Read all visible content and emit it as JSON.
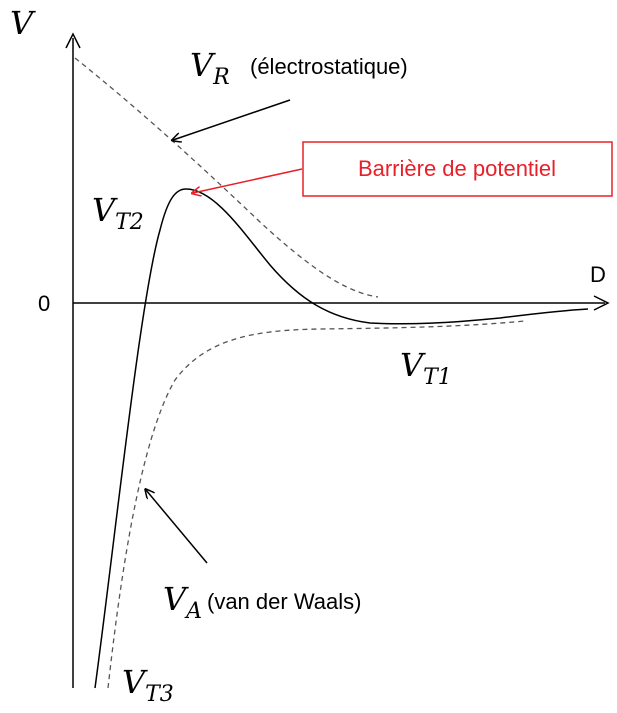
{
  "axes": {
    "y_symbol": "V",
    "x_symbol": "D",
    "origin_label": "0"
  },
  "labels": {
    "vr": {
      "symbol": "V",
      "subscript": "R",
      "note": "(électrostatique)"
    },
    "va": {
      "symbol": "V",
      "subscript": "A",
      "note": "(van der Waals)"
    },
    "vt1": {
      "symbol": "V",
      "subscript": "T1"
    },
    "vt2": {
      "symbol": "V",
      "subscript": "T2"
    },
    "vt3": {
      "symbol": "V",
      "subscript": "T3"
    }
  },
  "callout": {
    "text": "Barrière de potentiel",
    "color": "#e8202a"
  },
  "colors": {
    "curve": "#000000",
    "dashed": "#555555",
    "callout": "#e8202a"
  }
}
